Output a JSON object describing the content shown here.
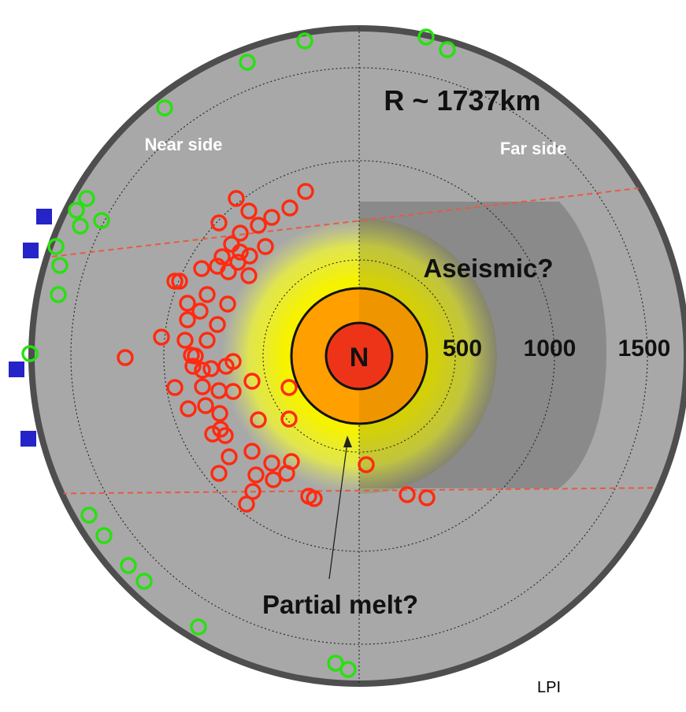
{
  "title": "R ~ 1737km",
  "side_labels": {
    "near": "Near side",
    "far": "Far side"
  },
  "zone_labels": {
    "aseismic": "Aseismic?",
    "partial_melt": "Partial melt?",
    "core": "N"
  },
  "radius_labels": [
    "500",
    "1000",
    "1500"
  ],
  "credit": "LPI",
  "colors": {
    "moon_outline": "#4e4e4e",
    "mantle": "#a8a8a8",
    "aseismic_zone": "#8a8a8a",
    "partial_melt_glow": "#f4f000",
    "outer_core": "#ff9f00",
    "inner_core": "#ee3418",
    "deep_quakes": "#ff2a10",
    "shallow_quakes": "#28e010",
    "seismic_stations": "#2424c8",
    "boundary_lines": "#e85a44"
  },
  "legend_symbols": {
    "deep_quakes": "red-circle-icon",
    "shallow_quakes": "green-circle-icon",
    "seismic_stations": "blue-square-icon"
  }
}
